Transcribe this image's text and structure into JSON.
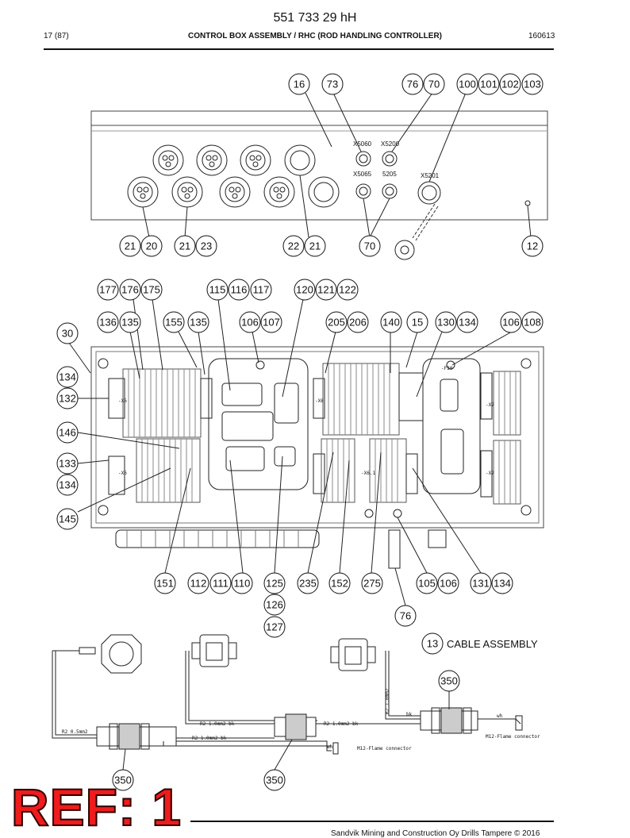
{
  "header": {
    "doc_number": "551 733 29 hH",
    "page": "17 (87)",
    "title": "CONTROL BOX ASSEMBLY / RHC (ROD HANDLING CONTROLLER)",
    "date": "160613"
  },
  "footer": {
    "copyright": "Sandvik Mining and Construction Oy Drills Tampere © 2016",
    "ref_stamp": "REF: 1"
  },
  "top_view": {
    "callouts": {
      "c16": "16",
      "c73": "73",
      "c76": "76",
      "c70a": "70",
      "c100": "100",
      "c101": "101",
      "c102": "102",
      "c103": "103",
      "c21a": "21",
      "c20": "20",
      "c21b": "21",
      "c23": "23",
      "c22": "22",
      "c21c": "21",
      "c70b": "70",
      "c12": "12"
    },
    "connector_labels": {
      "x5060": "X5060",
      "x5200": "X5200",
      "x5065": "X5065",
      "x5205": "5205",
      "x5201": "X5201"
    }
  },
  "interior_view": {
    "callouts": {
      "c177": "177",
      "c176": "176",
      "c175": "175",
      "c115": "115",
      "c116": "116",
      "c117": "117",
      "c120": "120",
      "c121": "121",
      "c122": "122",
      "c136": "136",
      "c135a": "135",
      "c155": "155",
      "c135b": "135",
      "c106a": "106",
      "c107": "107",
      "c205": "205",
      "c206": "206",
      "c140": "140",
      "c15": "15",
      "c130": "130",
      "c134a": "134",
      "c106b": "106",
      "c108": "108",
      "c30": "30",
      "c134b": "134",
      "c132": "132",
      "c146": "146",
      "c133": "133",
      "c134c": "134",
      "c145": "145",
      "c151": "151",
      "c112": "112",
      "c111": "111",
      "c110": "110",
      "c125": "125",
      "c126": "126",
      "c127": "127",
      "c235": "235",
      "c152": "152",
      "c275": "275",
      "c105": "105",
      "c106c": "106",
      "c131": "131",
      "c134d": "134",
      "c76": "76"
    },
    "module_labels": {
      "x6a": "-X6",
      "x6b": "-X6",
      "x6c": "-X6",
      "x61": "-X6.1",
      "x7a": "-X7",
      "x7b": "-X7",
      "f30": "-F30"
    }
  },
  "cable_assembly": {
    "ref": "13",
    "title": "CABLE ASSEMBLY",
    "callouts": {
      "c350a": "350",
      "c350b": "350",
      "c350c": "350"
    },
    "wire_labels": {
      "w1": "R2 0.5mm2",
      "w2": "R2 1.0mm2  bk",
      "w3": "R2 1.0mm2  bk",
      "w4": "R2 1.0mm2  bk",
      "w5": "R2 1.0mm2",
      "w6": "bk",
      "wh1": "wh",
      "wh2": "wh",
      "flame1": "M12-Flame connector",
      "flame2": "M12-Flame connector"
    }
  }
}
